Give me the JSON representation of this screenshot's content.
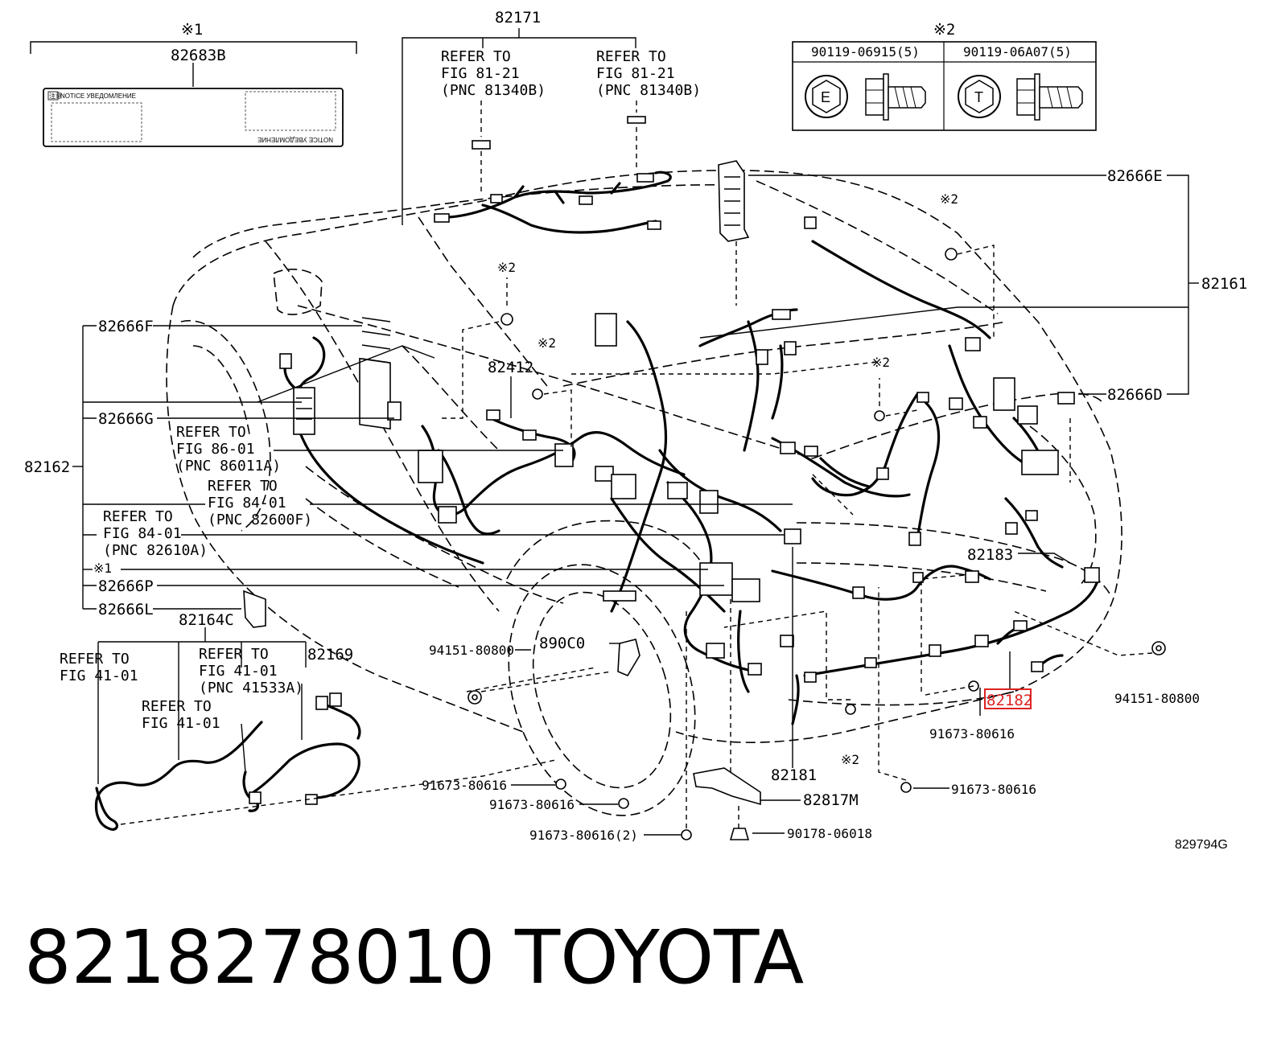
{
  "part_number": "8218278010",
  "brand": "TOYOTA",
  "figure_id": "829794G",
  "notes": {
    "n1": "※1",
    "n2": "※2"
  },
  "notice_label": {
    "part": "82683B",
    "text": "NOTICE УВЕДОМЛЕНИЕ",
    "icon_text": "注意"
  },
  "fastener_table": {
    "cols": [
      {
        "part": "90119-06915(5)",
        "letter": "E"
      },
      {
        "part": "90119-06A07(5)",
        "letter": "T"
      }
    ]
  },
  "parts": {
    "p82171": "82171",
    "p82666E": "82666E",
    "p82161": "82161",
    "p82666D": "82666D",
    "p82666F": "82666F",
    "p82666G": "82666G",
    "p82162": "82162",
    "p82412": "82412",
    "p82666P": "82666P",
    "p82666L": "82666L",
    "p82164C": "82164C",
    "p82169": "82169",
    "p890C0": "890C0",
    "p82183": "82183",
    "p82182": "82182",
    "p82181": "82181",
    "p82817M": "82817M",
    "f94151L": "94151-80800",
    "f94151R": "94151-80800",
    "f91673a": "91673-80616",
    "f91673b": "91673-80616",
    "f91673c": "91673-80616",
    "f91673d": "91673-80616",
    "f91673e": "91673-80616(2)",
    "f90178": "90178-06018"
  },
  "refs": {
    "r1": {
      "l1": "REFER TO",
      "l2": "FIG 81-21",
      "l3": "(PNC 81340B)"
    },
    "r2": {
      "l1": "REFER TO",
      "l2": "FIG 81-21",
      "l3": "(PNC 81340B)"
    },
    "r3": {
      "l1": "REFER TO",
      "l2": "FIG 86-01",
      "l3": "(PNC 86011A)"
    },
    "r4": {
      "l1": "REFER TO",
      "l2": "FIG 84-01",
      "l3": "(PNC 82600F)"
    },
    "r5": {
      "l1": "REFER TO",
      "l2": "FIG 84-01",
      "l3": "(PNC 82610A)"
    },
    "r6": {
      "l1": "REFER TO",
      "l2": "FIG 41-01"
    },
    "r7": {
      "l1": "REFER TO",
      "l2": "FIG 41-01",
      "l3": "(PNC 41533A)"
    },
    "r8": {
      "l1": "REFER TO",
      "l2": "FIG 41-01"
    }
  }
}
